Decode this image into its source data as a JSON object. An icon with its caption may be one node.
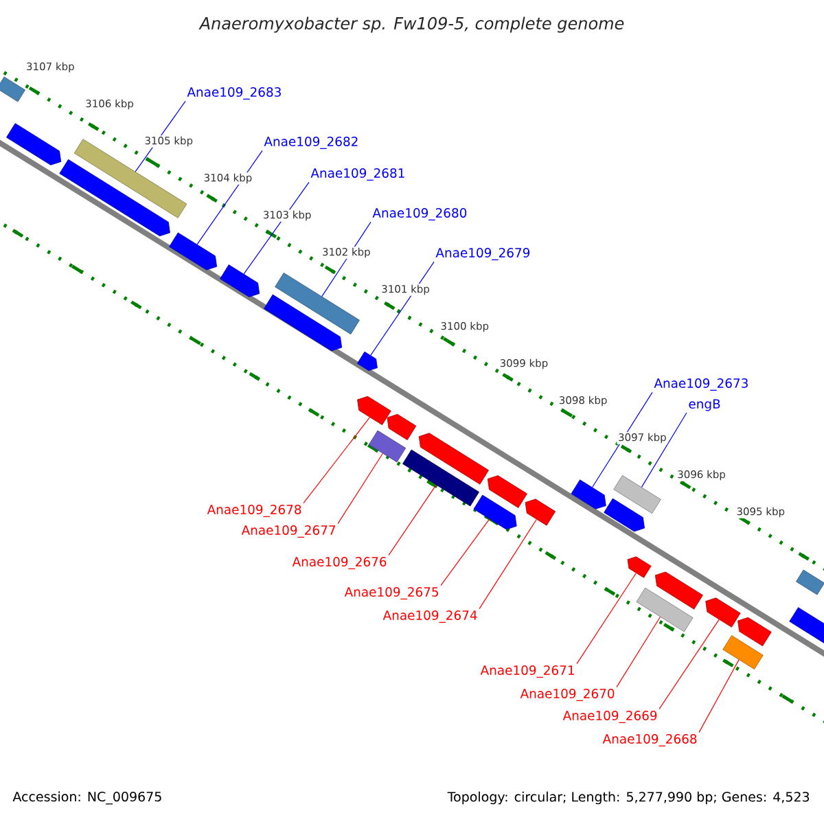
{
  "diagram": {
    "title": "Anaeromyxobacter sp. Fw109-5, complete genome",
    "nodes": [
      {
        "text": [
          "Anae109_2683"
        ]
      },
      {
        "text": [
          "Anae109_2682"
        ]
      },
      {
        "text": [
          "Anae109_2681"
        ]
      },
      {
        "text": [
          "Anae109_2680"
        ]
      },
      {
        "text": [
          "Anae109_2679"
        ]
      },
      {
        "text": [
          "Anae109_2673"
        ]
      },
      {
        "text": [
          "engB"
        ]
      },
      {
        "text": [
          "Anae109_2678"
        ]
      },
      {
        "text": [
          "Anae109_2677"
        ]
      },
      {
        "text": [
          "Anae109_2676"
        ]
      },
      {
        "text": [
          "Anae109_2675"
        ]
      },
      {
        "text": [
          "Anae109_2674"
        ]
      },
      {
        "text": [
          "Anae109_2671"
        ]
      },
      {
        "text": [
          "Anae109_2670"
        ]
      },
      {
        "text": [
          "Anae109_2669"
        ]
      },
      {
        "text": [
          "Anae109_2668"
        ]
      },
      {
        "text": [],
        "shape": "bar"
      },
      {
        "text": [],
        "shape": "pentagon"
      },
      {
        "text": [],
        "shape": "bar"
      },
      {
        "text": [],
        "shape": "pentagon"
      },
      {
        "text": [],
        "shape": "pentagon"
      },
      {
        "text": [],
        "shape": "pentagon"
      },
      {
        "text": [],
        "shape": "bar"
      },
      {
        "text": [],
        "shape": "pentagon"
      },
      {
        "text": [],
        "shape": "pentagon"
      },
      {
        "text": [],
        "shape": "pentagon"
      },
      {
        "text": [],
        "shape": "bar"
      },
      {
        "text": [],
        "shape": "pentagon"
      },
      {
        "text": [],
        "shape": "bar"
      },
      {
        "text": [],
        "shape": "pentagon"
      },
      {
        "text": [],
        "shape": "pentagon"
      },
      {
        "text": [],
        "shape": "pentagon"
      },
      {
        "text": [],
        "shape": "bar"
      },
      {
        "text": [],
        "shape": "pentagon"
      },
      {
        "text": [],
        "shape": "bar"
      },
      {
        "text": [],
        "shape": "pentagon"
      },
      {
        "text": [],
        "shape": "pentagon"
      },
      {
        "text": [],
        "shape": "pentagon"
      },
      {
        "text": [],
        "shape": "pentagon"
      },
      {
        "text": [],
        "shape": "pentagon"
      },
      {
        "text": [],
        "shape": "bar"
      },
      {
        "text": [],
        "shape": "pentagon"
      },
      {
        "text": [],
        "shape": "pentagon"
      },
      {
        "text": [],
        "shape": "bar"
      }
    ],
    "edges": [
      {
        "from": 0,
        "to": 18,
        "arrow": "none",
        "color": "#0000ff"
      },
      {
        "from": 1,
        "to": 20,
        "arrow": "none",
        "color": "#0000ff"
      },
      {
        "from": 2,
        "to": 21,
        "arrow": "none",
        "color": "#0000ff"
      },
      {
        "from": 3,
        "to": 22,
        "arrow": "none",
        "color": "#0000ff"
      },
      {
        "from": 4,
        "to": 24,
        "arrow": "none",
        "color": "#0000ff"
      },
      {
        "from": 5,
        "to": 25,
        "arrow": "none",
        "color": "#0000ff"
      },
      {
        "from": 6,
        "to": 26,
        "arrow": "none",
        "color": "#0000ff"
      },
      {
        "from": 7,
        "to": 30,
        "arrow": "none"
      },
      {
        "from": 8,
        "to": 32,
        "arrow": "none"
      },
      {
        "from": 9,
        "to": 34,
        "arrow": "none"
      },
      {
        "from": 10,
        "to": 36,
        "arrow": "none"
      },
      {
        "from": 11,
        "to": 37,
        "arrow": "none"
      },
      {
        "from": 12,
        "to": 38,
        "arrow": "none"
      },
      {
        "from": 13,
        "to": 40,
        "arrow": "none"
      },
      {
        "from": 14,
        "to": 41,
        "arrow": "none"
      },
      {
        "from": 15,
        "to": 43,
        "arrow": "none"
      }
    ],
    "labels": [
      "3107 kbp",
      "3106 kbp",
      "3105 kbp",
      "3104 kbp",
      "3103 kbp",
      "3102 kbp",
      "3101 kbp",
      "3100 kbp",
      "3099 kbp",
      "3098 kbp",
      "3097 kbp",
      "3096 kbp",
      "3095 kbp",
      "Accession: NC_009675",
      "Topology: circular; Length: 5,277,990 bp; Genes: 4,523"
    ]
  }
}
